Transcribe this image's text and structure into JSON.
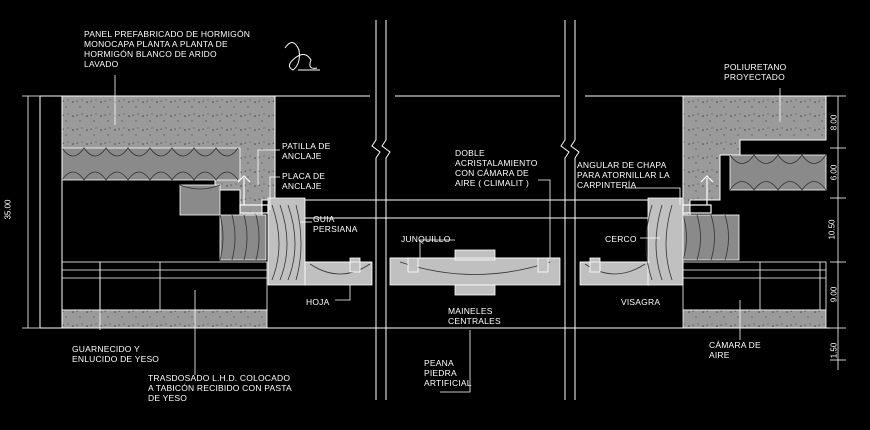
{
  "labels": {
    "panel": "PANEL PREFABRICADO DE HORMIGÓN\nMONOCAPA PLANTA A PLANTA DE\nHORMIGÓN BLANCO DE ARIDO\nLAVADO",
    "poliuretano": "POLIURETANO\nPROYECTADO",
    "patilla": "PATILLA DE\nANCLAJE",
    "placa": "PLACA DE\nANCLAJE",
    "guia": "GUIA\nPERSIANA",
    "doble": "DOBLE\nACRISTALAMIENTO\nCON CÁMARA DE\nAIRE ( CLIMALIT )",
    "angular": "ANGULAR DE CHAPA\nPARA ATORNILLAR LA\nCARPINTERÍA",
    "junquillo": "JUNQUILLO",
    "cerco": "CERCO",
    "hoja": "HOJA",
    "maineles": "MAINELES\nCENTRALES",
    "visagra": "VISAGRA",
    "guarnecido": "GUARNECIDO Y\nENLUCIDO DE YESO",
    "trasdosado": "TRASDOSADO L.H.D. COLOCADO\nA TABICÓN RECIBIDO CON PASTA\nDE YESO",
    "peana": "PEANA\nPIEDRA\nARTIFICIAL",
    "camara": "CÁMARA DE\nAIRE"
  },
  "dimensions": {
    "total": "35.00",
    "d1": "8.00",
    "d2": "6.00",
    "d3": "10.50",
    "d4": "9.00",
    "d5": "1.50"
  },
  "colors": {
    "background": "#000000",
    "concrete": "#9a9a9a",
    "insulation": "#8a8a8a",
    "timber": "#c0c0c0",
    "text": "#ffffff",
    "lines": "#ffffff"
  }
}
